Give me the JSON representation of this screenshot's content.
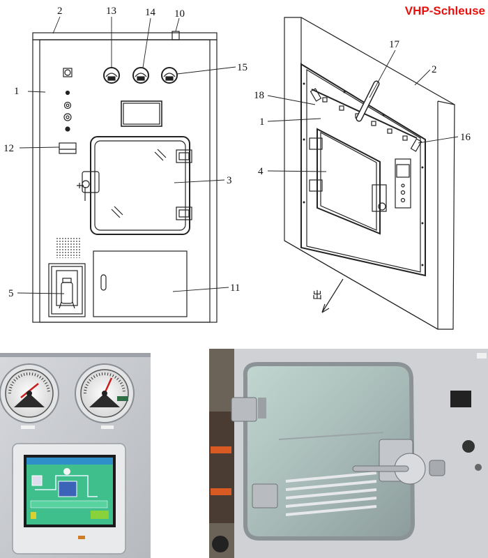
{
  "title": "VHP-Schleuse",
  "front_labels": {
    "l1": "1",
    "l2": "2",
    "l3": "3",
    "l5": "5",
    "l10": "10",
    "l11": "11",
    "l12": "12",
    "l13": "13",
    "l14": "14",
    "l15": "15"
  },
  "persp_labels": {
    "l1": "1",
    "l2": "2",
    "l4": "4",
    "l16": "16",
    "l17": "17",
    "l18": "18"
  },
  "exit_label": "出",
  "colors": {
    "title": "#e8100c",
    "steel": "#c9ccd0",
    "screen_green": "#3fbf8c"
  }
}
